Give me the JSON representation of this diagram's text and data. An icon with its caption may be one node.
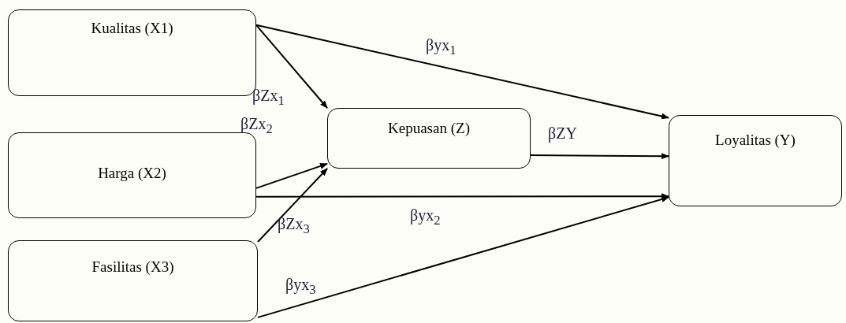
{
  "diagram": {
    "nodes": [
      {
        "text": [
          "Kualitas (X1)"
        ]
      },
      {
        "text": [
          "Harga (X2)"
        ]
      },
      {
        "text": [
          "Fasilitas (X3)"
        ]
      },
      {
        "text": [
          "Kepuasan (Z)"
        ]
      },
      {
        "text": [
          "Loyalitas (Y)"
        ]
      }
    ],
    "edges": [
      {
        "from": 0,
        "to": 4,
        "arrow": "to",
        "label": "βyx$_{1}$"
      },
      {
        "from": 0,
        "to": 3,
        "arrow": "to",
        "label": "βZx$_{1}$"
      },
      {
        "from": 1,
        "to": 3,
        "arrow": "to",
        "label": "βZx$_{2}$"
      },
      {
        "from": 1,
        "to": 4,
        "arrow": "to",
        "label": "βyx$_{2}$"
      },
      {
        "from": 2,
        "to": 3,
        "arrow": "to",
        "label": "βZx$_{3}$"
      },
      {
        "from": 2,
        "to": 4,
        "arrow": "to",
        "label": "βyx$_{3}$"
      },
      {
        "from": 3,
        "to": 4,
        "arrow": "to",
        "label": "βZY"
      }
    ]
  }
}
